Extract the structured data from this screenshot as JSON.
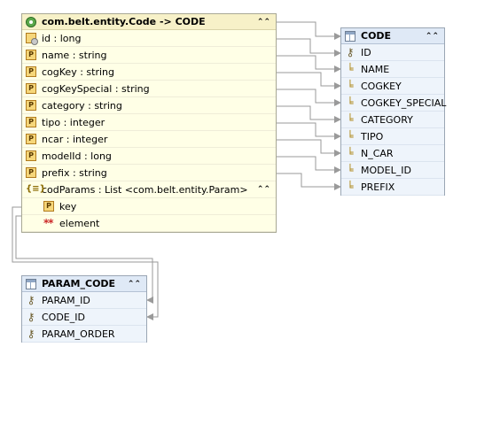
{
  "entity": {
    "title": "com.belt.entity.Code -> CODE",
    "collapse_glyph": "⌃⌃",
    "properties": [
      {
        "label": "id : long",
        "icon": "id-icon"
      },
      {
        "label": "name : string",
        "icon": "property-icon"
      },
      {
        "label": "cogKey : string",
        "icon": "property-icon"
      },
      {
        "label": "cogKeySpecial : string",
        "icon": "property-icon"
      },
      {
        "label": "category : string",
        "icon": "property-icon"
      },
      {
        "label": "tipo : integer",
        "icon": "property-icon"
      },
      {
        "label": "ncar : integer",
        "icon": "property-icon"
      },
      {
        "label": "modelId : long",
        "icon": "property-icon"
      },
      {
        "label": "prefix : string",
        "icon": "property-icon"
      }
    ],
    "collection": {
      "label": "codParams : List <com.belt.entity.Param>",
      "children": [
        {
          "label": "key",
          "icon": "property-icon"
        },
        {
          "label": "element",
          "icon": "element-icon"
        }
      ]
    }
  },
  "table_code": {
    "title": "CODE",
    "collapse_glyph": "⌃⌃",
    "columns": [
      {
        "label": "ID",
        "icon": "primary-key-icon"
      },
      {
        "label": "NAME",
        "icon": "column-icon"
      },
      {
        "label": "COGKEY",
        "icon": "column-icon"
      },
      {
        "label": "COGKEY_SPECIAL",
        "icon": "column-icon"
      },
      {
        "label": "CATEGORY",
        "icon": "column-icon"
      },
      {
        "label": "TIPO",
        "icon": "column-icon"
      },
      {
        "label": "N_CAR",
        "icon": "column-icon"
      },
      {
        "label": "MODEL_ID",
        "icon": "column-icon"
      },
      {
        "label": "PREFIX",
        "icon": "column-icon"
      }
    ]
  },
  "table_param": {
    "title": "PARAM_CODE",
    "collapse_glyph": "⌃⌃",
    "columns": [
      {
        "label": "PARAM_ID",
        "icon": "primary-key-icon"
      },
      {
        "label": "CODE_ID",
        "icon": "primary-key-icon"
      },
      {
        "label": "PARAM_ORDER",
        "icon": "primary-key-icon"
      }
    ]
  },
  "colors": {
    "entity_bg": "#ffffe6",
    "table_bg": "#eef4fb",
    "wire": "#9a9a9a"
  }
}
